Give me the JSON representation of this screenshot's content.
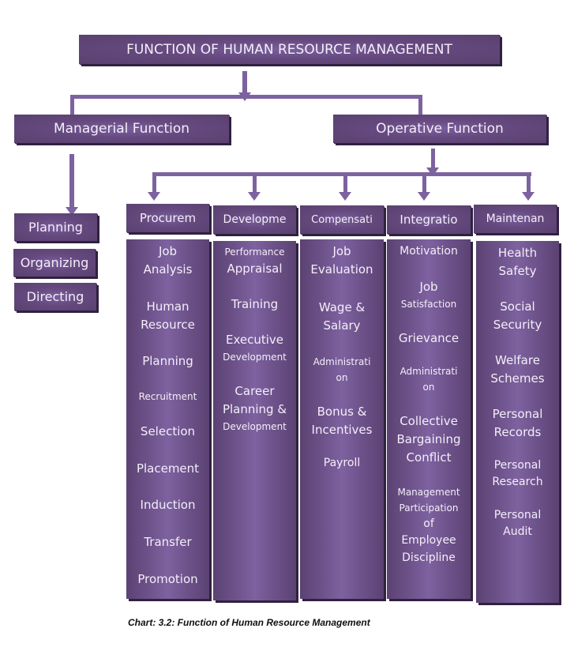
{
  "diagram": {
    "root": "FUNCTION OF HUMAN RESOURCE MANAGEMENT",
    "managerial": {
      "label": "Managerial Function",
      "children": [
        "Planning",
        "Organizing",
        "Directing"
      ]
    },
    "operative": {
      "label": "Operative Function",
      "branches": [
        {
          "label": "Procurem",
          "items": [
            "Job",
            "Analysis",
            "Human",
            "Resource",
            "Planning",
            "Recruitment",
            "Selection",
            "Placement",
            "Induction",
            "Transfer",
            "Promotion"
          ]
        },
        {
          "label": "Developme",
          "items": [
            "Performance",
            "Appraisal",
            "Training",
            "Executive",
            "Development",
            "Career",
            "Planning &",
            "Development"
          ]
        },
        {
          "label": "Compensati",
          "items": [
            "Job",
            "Evaluation",
            "Wage &",
            "Salary",
            "Administrati",
            "on",
            "Bonus &",
            "Incentives",
            "Payroll"
          ]
        },
        {
          "label": "Integratio",
          "items": [
            "Motivation",
            "Job",
            "Satisfaction",
            "Grievance",
            "Administrati",
            "on",
            "Collective",
            "Bargaining",
            "Conflict",
            "Management",
            "Participation",
            "of",
            "Employee",
            "Discipline"
          ]
        },
        {
          "label": "Maintenan",
          "items": [
            "Health",
            "Safety",
            "Social",
            "Security",
            "Welfare",
            "Schemes",
            "Personal",
            "Records",
            "Personal",
            "Research",
            "Personal",
            "Audit"
          ]
        }
      ]
    },
    "caption": "Chart: 3.2: Function of Human Resource Management",
    "colors": {
      "box": "#65497f",
      "connector": "#7d62a0",
      "text": "#f4eef8"
    }
  }
}
